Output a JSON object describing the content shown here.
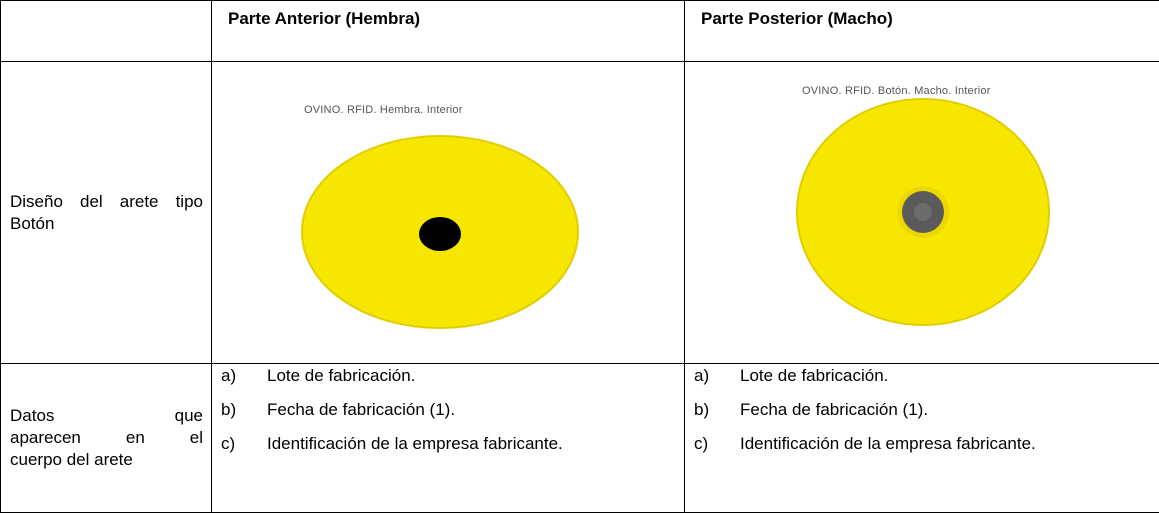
{
  "table": {
    "headers": [
      "",
      "Parte Anterior (Hembra)",
      "Parte Posterior (Macho)"
    ],
    "design_row": {
      "label": "Diseño del arete tipo Botón",
      "female_caption": "OVINO. RFID. Hembra. Interior",
      "male_caption": "OVINO. RFID. Botón. Macho. Interior"
    },
    "data_row": {
      "label": "Datos que aparecen en el cuerpo del arete",
      "female_items": [
        {
          "letter": "a)",
          "text": "Lote de fabricación."
        },
        {
          "letter": "b)",
          "text": "Fecha de fabricación (1)."
        },
        {
          "letter": "c)",
          "text": "Identificación de la empresa fabricante."
        }
      ],
      "male_items": [
        {
          "letter": "a)",
          "text": "Lote de fabricación."
        },
        {
          "letter": "b)",
          "text": "Fecha de fabricación (1)."
        },
        {
          "letter": "c)",
          "text": "Identificación de la empresa fabricante."
        }
      ]
    },
    "colors": {
      "tag_yellow": "#f7e600",
      "tag_yellow_edge": "#e0cf00",
      "female_hole": "#000000",
      "male_button": "#5a5a5a",
      "border": "#000000"
    }
  }
}
